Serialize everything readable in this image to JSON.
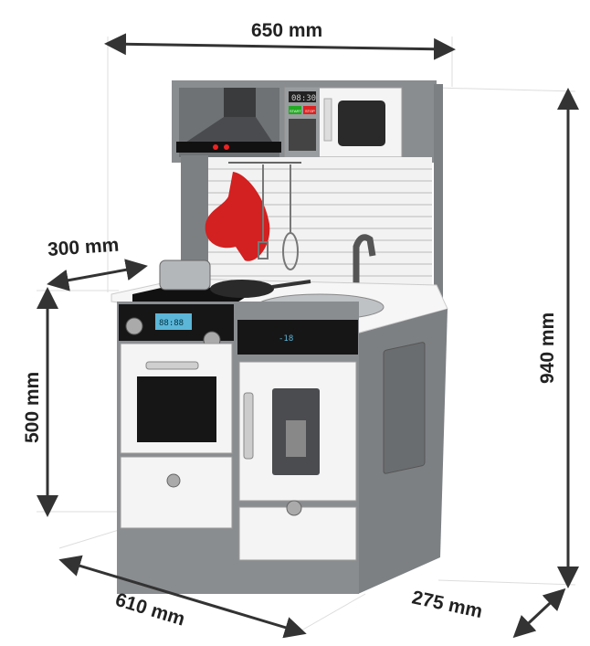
{
  "dimensions": {
    "width_top": "650 mm",
    "depth_top": "300 mm",
    "counter_height": "500 mm",
    "total_height": "940 mm",
    "width_bottom": "610 mm",
    "depth_bottom": "275 mm"
  },
  "microwave": {
    "clock": "08:30",
    "start_label": "START",
    "stop_label": "STOP"
  },
  "oven_display": "88:88",
  "fridge_display": "-18",
  "colors": {
    "body": "#8a8d90",
    "panel": "#1c1c1e",
    "white": "#f4f4f4",
    "mitt": "#d32020",
    "arrow": "#333333"
  }
}
